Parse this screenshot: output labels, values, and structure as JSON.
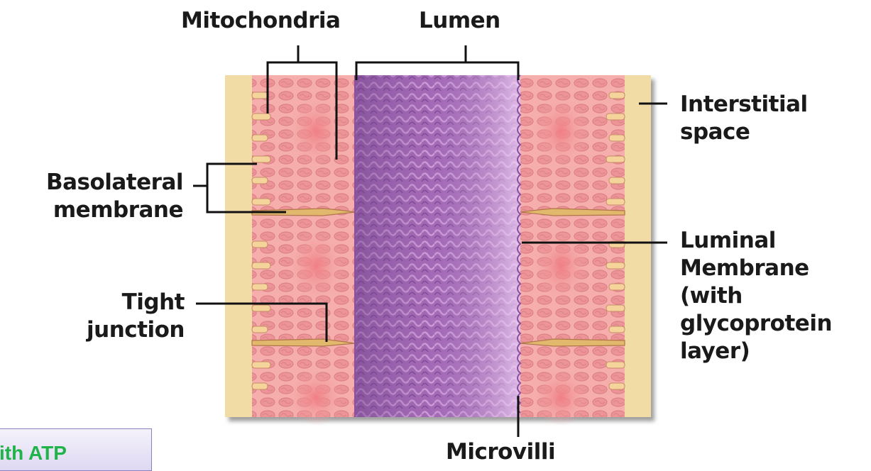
{
  "labels": {
    "mitochondria": "Mitochondria",
    "lumen": "Lumen",
    "interstitial_1": "Interstitial",
    "interstitial_2": "space",
    "basolateral_1": "Basolateral",
    "basolateral_2": "membrane",
    "luminal_1": "Luminal",
    "luminal_2": "Membrane",
    "luminal_3": "(with",
    "luminal_4": "glycoprotein",
    "luminal_5": "layer)",
    "tight_1": "Tight",
    "tight_2": "junction",
    "microvilli": "Microvilli"
  },
  "footer_box": {
    "text": "ith ATP"
  },
  "colors": {
    "interstitial": "#f0d79e",
    "cell": "#f4a9a9",
    "mitochondria": "#e8868b",
    "lumen_dark": "#9c5fae",
    "lumen_light": "#d4a3dd",
    "junction": "#e2b86c",
    "atp_text": "#1fb34a"
  }
}
